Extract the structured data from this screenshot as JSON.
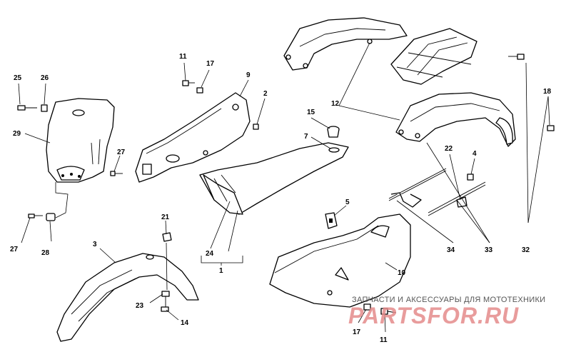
{
  "callouts": {
    "c1": "1",
    "c2": "2",
    "c3": "3",
    "c4": "4",
    "c5": "5",
    "c7": "7",
    "c9": "9",
    "c10": "10",
    "c11a": "11",
    "c11b": "11",
    "c12": "12",
    "c14": "14",
    "c15": "15",
    "c17a": "17",
    "c17b": "17",
    "c18": "18",
    "c21": "21",
    "c22": "22",
    "c23": "23",
    "c24": "24",
    "c25": "25",
    "c26": "26",
    "c27a": "27",
    "c27b": "27",
    "c28": "28",
    "c29": "29",
    "c32": "32",
    "c33": "33",
    "c34": "34"
  },
  "watermark": {
    "tagline": "ЗАПЧАСТИ И АКСЕССУАРЫ ДЛЯ МОТОТЕХНИКИ",
    "brand": "PARTSFOR.RU"
  },
  "colors": {
    "line": "#000000",
    "background": "#ffffff",
    "watermark": "#e58b8b"
  }
}
